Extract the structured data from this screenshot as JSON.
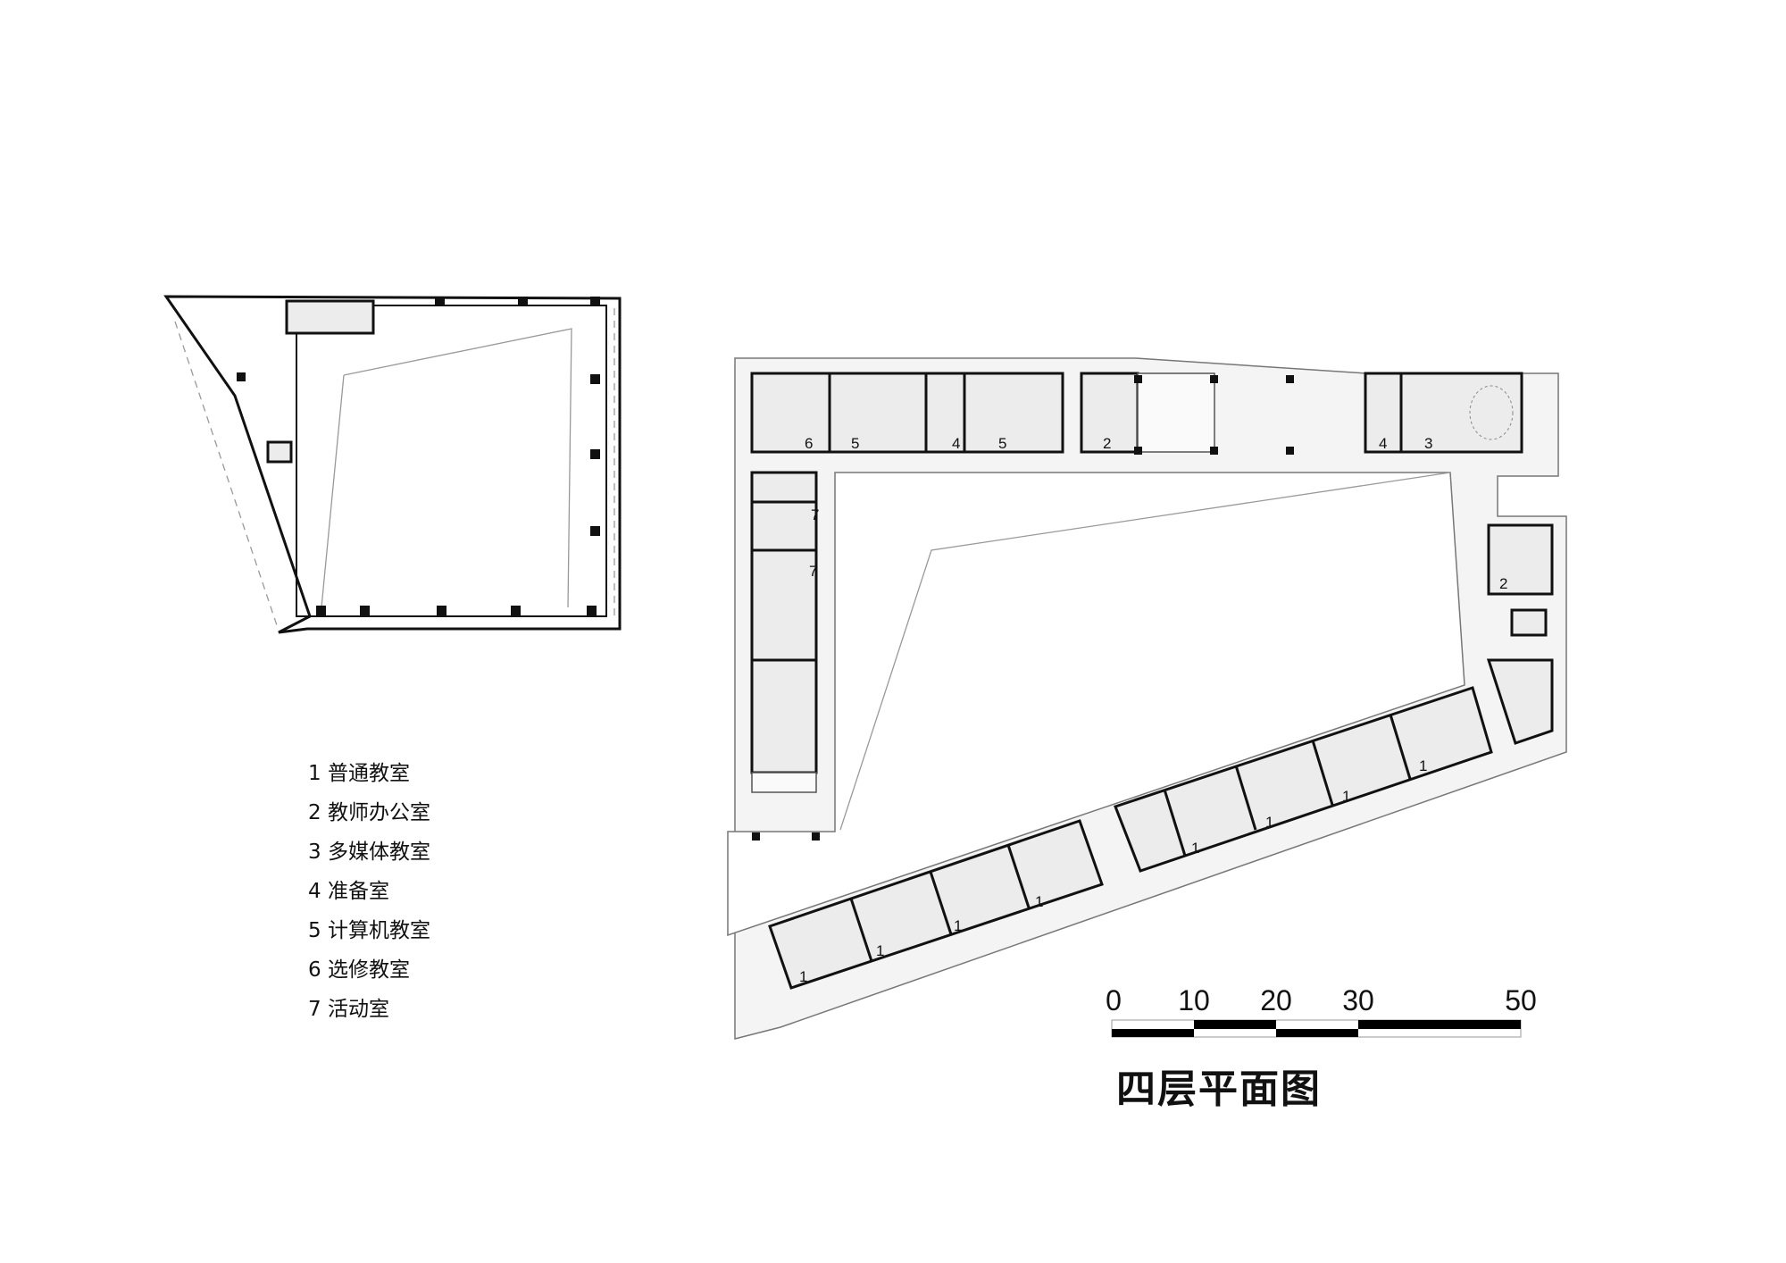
{
  "title": "四层平面图",
  "legend": [
    "1 普通教室",
    "2 教师办公室",
    "3 多媒体教室",
    "4 准备室",
    "5 计算机教室",
    "6 选修教室",
    "7 活动室"
  ],
  "scale_bar": {
    "labels": [
      "0",
      "10",
      "20",
      "30",
      "50"
    ]
  },
  "plan": {
    "top_wing_labels": [
      "6",
      "5",
      "4",
      "5",
      "2",
      "4",
      "3"
    ],
    "left_wing_labels": [
      "7",
      "7"
    ],
    "right_wing_labels": [
      "2"
    ],
    "bottom_wing_labels": [
      "1",
      "1",
      "1",
      "1",
      "1",
      "1",
      "1",
      "1"
    ]
  }
}
